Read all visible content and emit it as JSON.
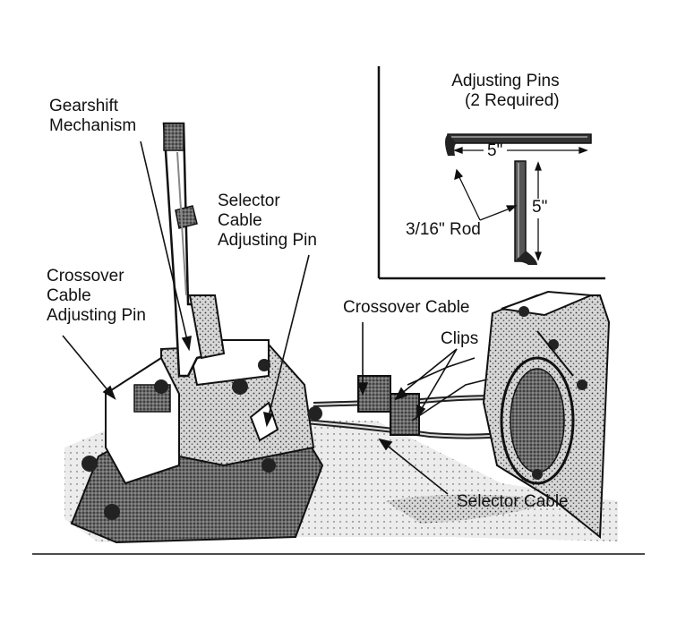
{
  "labels": {
    "gearshift": [
      "Gearshift",
      "Mechanism"
    ],
    "selector_pin": [
      "Selector",
      "Cable",
      "Adjusting Pin"
    ],
    "crossover_pin": [
      "Crossover",
      "Cable",
      "Adjusting Pin"
    ],
    "crossover_cable": "Crossover Cable",
    "clips": "Clips",
    "selector_cable": "Selector Cable"
  },
  "inset": {
    "title": [
      "Adjusting Pins",
      "(2 Required)"
    ],
    "dim_horizontal": "5\"",
    "dim_vertical": "5\"",
    "rod": "3/16\" Rod"
  },
  "colors": {
    "ink": "#111111",
    "paper": "#ffffff",
    "shade": "#8a8a8a"
  }
}
